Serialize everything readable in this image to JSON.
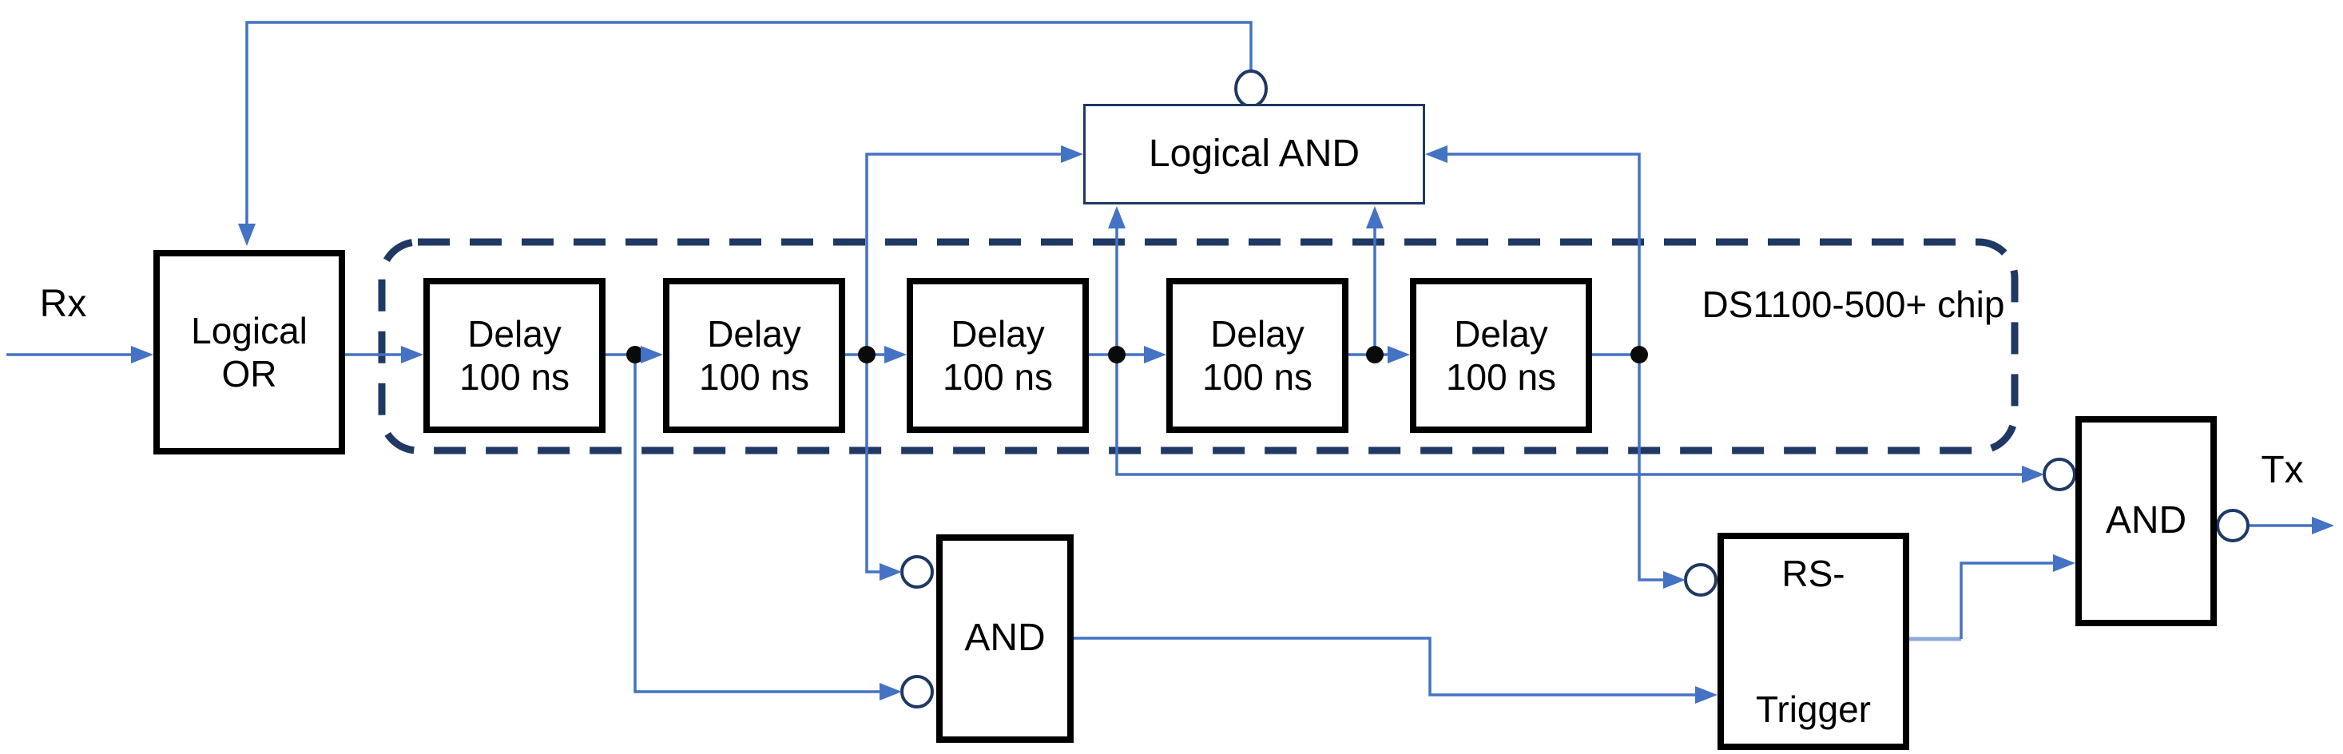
{
  "diagram": {
    "input_label": "Rx",
    "output_label": "Tx",
    "or_gate": {
      "line1": "Logical",
      "line2": "OR"
    },
    "delay_block": {
      "line1": "Delay",
      "line2": "100 ns",
      "count": 5
    },
    "chip": {
      "line1": "DS1100-500+",
      "line2": "chip"
    },
    "logical_and_gate": {
      "label": "Logical AND"
    },
    "mid_and_gate": {
      "label": "AND"
    },
    "rs_trigger": {
      "line1": "RS-",
      "line2": "Trigger"
    },
    "output_and_gate": {
      "label": "AND"
    }
  },
  "colors": {
    "wire": "#4472C4",
    "wire-light": "#8FAADC",
    "navy": "#1F3864",
    "box-border": "#000000",
    "background": "#FFFFFF",
    "text": "#000000"
  }
}
